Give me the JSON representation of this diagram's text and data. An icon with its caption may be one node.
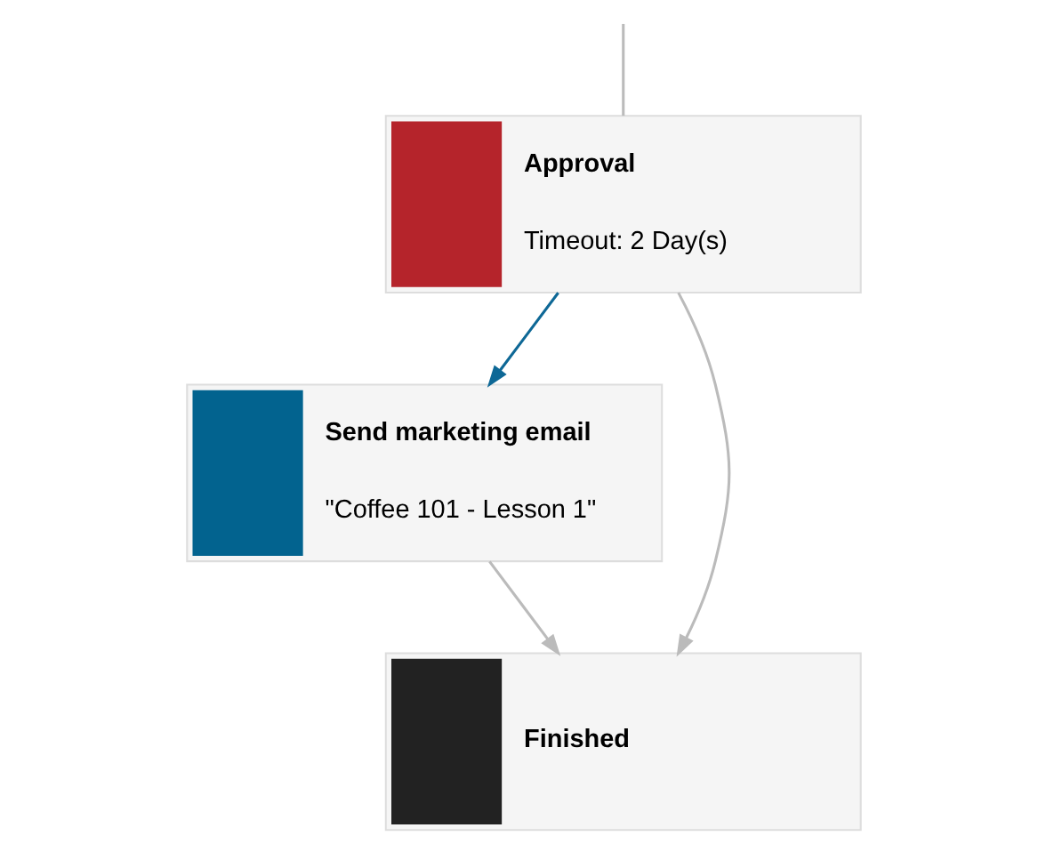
{
  "diagram": {
    "nodes": [
      {
        "text": [
          "Approval",
          "Timeout: 2 Day(s)"
        ]
      },
      {
        "text": [
          "Send marketing email",
          "\"Coffee 101 - Lesson 1\""
        ]
      },
      {
        "text": [
          "Finished"
        ]
      }
    ],
    "edges": [
      {
        "from": null,
        "to": 0,
        "arrow": "none"
      },
      {
        "from": 0,
        "to": 1,
        "arrow": "to",
        "color": "#0e6896"
      },
      {
        "from": 0,
        "to": 2,
        "arrow": "to"
      },
      {
        "from": 1,
        "to": 2,
        "arrow": "to"
      }
    ]
  }
}
